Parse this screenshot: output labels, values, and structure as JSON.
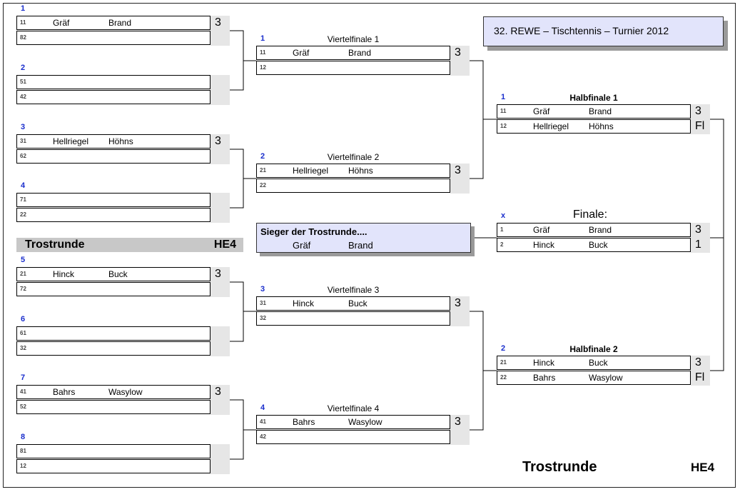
{
  "title": "32.  REWE – Tischtennis – Turnier  2012",
  "consolation": {
    "label": "Trostrunde",
    "class": "HE4"
  },
  "winner_box": {
    "label": "Sieger der Trostrunde....",
    "p1": "Gräf",
    "p2": "Brand"
  },
  "finale_label": "Finale:",
  "footer": {
    "label": "Trostrunde",
    "class": "HE4"
  },
  "first_round": [
    {
      "num": "1",
      "top": {
        "seed": "11",
        "p1": "Gräf",
        "p2": "Brand"
      },
      "bottom": {
        "seed": "82",
        "p1": "",
        "p2": ""
      },
      "score1": "3",
      "score2": ""
    },
    {
      "num": "2",
      "top": {
        "seed": "51",
        "p1": "",
        "p2": ""
      },
      "bottom": {
        "seed": "42",
        "p1": "",
        "p2": ""
      },
      "score1": "",
      "score2": ""
    },
    {
      "num": "3",
      "top": {
        "seed": "31",
        "p1": "Hellriegel",
        "p2": "Höhns"
      },
      "bottom": {
        "seed": "62",
        "p1": "",
        "p2": ""
      },
      "score1": "3",
      "score2": ""
    },
    {
      "num": "4",
      "top": {
        "seed": "71",
        "p1": "",
        "p2": ""
      },
      "bottom": {
        "seed": "22",
        "p1": "",
        "p2": ""
      },
      "score1": "",
      "score2": ""
    },
    {
      "num": "5",
      "top": {
        "seed": "21",
        "p1": "Hinck",
        "p2": "Buck"
      },
      "bottom": {
        "seed": "72",
        "p1": "",
        "p2": ""
      },
      "score1": "3",
      "score2": ""
    },
    {
      "num": "6",
      "top": {
        "seed": "61",
        "p1": "",
        "p2": ""
      },
      "bottom": {
        "seed": "32",
        "p1": "",
        "p2": ""
      },
      "score1": "",
      "score2": ""
    },
    {
      "num": "7",
      "top": {
        "seed": "41",
        "p1": "Bahrs",
        "p2": "Wasylow"
      },
      "bottom": {
        "seed": "52",
        "p1": "",
        "p2": ""
      },
      "score1": "3",
      "score2": ""
    },
    {
      "num": "8",
      "top": {
        "seed": "81",
        "p1": "",
        "p2": ""
      },
      "bottom": {
        "seed": "12",
        "p1": "",
        "p2": ""
      },
      "score1": "",
      "score2": ""
    }
  ],
  "quarterfinals": [
    {
      "num": "1",
      "label": "Viertelfinale  1",
      "top": {
        "seed": "11",
        "p1": "Gräf",
        "p2": "Brand"
      },
      "bottom": {
        "seed": "12",
        "p1": "",
        "p2": ""
      },
      "score1": "3",
      "score2": ""
    },
    {
      "num": "2",
      "label": "Viertelfinale  2",
      "top": {
        "seed": "21",
        "p1": "Hellriegel",
        "p2": "Höhns"
      },
      "bottom": {
        "seed": "22",
        "p1": "",
        "p2": ""
      },
      "score1": "3",
      "score2": ""
    },
    {
      "num": "3",
      "label": "Viertelfinale  3",
      "top": {
        "seed": "31",
        "p1": "Hinck",
        "p2": "Buck"
      },
      "bottom": {
        "seed": "32",
        "p1": "",
        "p2": ""
      },
      "score1": "3",
      "score2": ""
    },
    {
      "num": "4",
      "label": "Viertelfinale  4",
      "top": {
        "seed": "41",
        "p1": "Bahrs",
        "p2": "Wasylow"
      },
      "bottom": {
        "seed": "42",
        "p1": "",
        "p2": ""
      },
      "score1": "3",
      "score2": ""
    }
  ],
  "semifinals": [
    {
      "num": "1",
      "label": "Halbfinale 1",
      "top": {
        "seed": "11",
        "p1": "Gräf",
        "p2": "Brand"
      },
      "bottom": {
        "seed": "12",
        "p1": "Hellriegel",
        "p2": "Höhns"
      },
      "score1": "3",
      "score2": "Fl"
    },
    {
      "num": "2",
      "label": "Halbfinale 2",
      "top": {
        "seed": "21",
        "p1": "Hinck",
        "p2": "Buck"
      },
      "bottom": {
        "seed": "22",
        "p1": "Bahrs",
        "p2": "Wasylow"
      },
      "score1": "3",
      "score2": "Fl"
    }
  ],
  "final": {
    "num": "x",
    "top": {
      "seed": "1",
      "p1": "Gräf",
      "p2": "Brand"
    },
    "bottom": {
      "seed": "2",
      "p1": "Hinck",
      "p2": "Buck"
    },
    "score1": "3",
    "score2": "1"
  }
}
